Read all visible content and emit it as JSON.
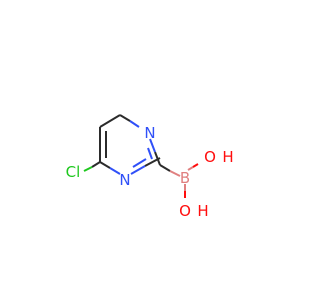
{
  "molecule": {
    "atoms": {
      "n1": "N",
      "n3": "N",
      "cl": "Cl",
      "b": "B",
      "o1": "O",
      "h1": "H",
      "o2": "O",
      "h2": "H"
    },
    "colors": {
      "carbon_bond": "#2b2b2b",
      "nitrogen": "#3050f8",
      "chlorine": "#1ec81e",
      "boron": "#e08080",
      "oxygen": "#ff0d0d",
      "hydrogen": "#ff0d0d"
    }
  }
}
